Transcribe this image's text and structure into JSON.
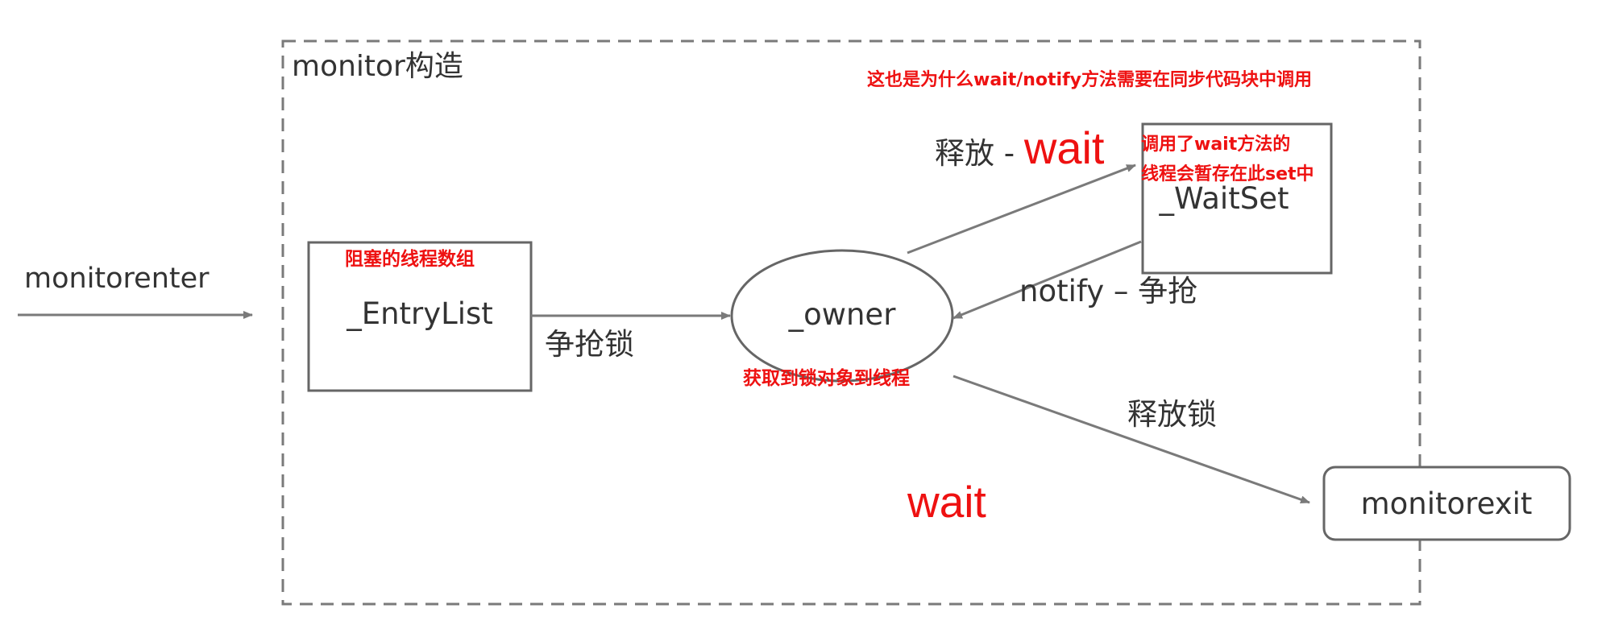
{
  "frame": {
    "title": "monitor构造"
  },
  "nodes": {
    "entry_list": "_EntryList",
    "owner": "_owner",
    "wait_set": "_WaitSet",
    "monitor_exit": "monitorexit"
  },
  "edges": {
    "monitor_enter": "monitorenter",
    "compete_lock": "争抢锁",
    "release_wait_prefix": "释放 - ",
    "release_wait_word": "wait",
    "notify_compete": "notify – 争抢",
    "release_lock": "释放锁"
  },
  "annotations": {
    "why_sync_block": "这也是为什么wait/notify方法需要在同步代码块中调用",
    "waitset_note_line1": "调用了wait方法的",
    "waitset_note_line2": "线程会暂存在此set中",
    "entrylist_note": "阻塞的线程数组",
    "owner_note": "获取到锁对象到线程",
    "wait_big": "wait"
  },
  "colors": {
    "annotation_red": "#ee1111",
    "stroke_gray": "#7a7a7a",
    "text_dark": "#333333"
  }
}
